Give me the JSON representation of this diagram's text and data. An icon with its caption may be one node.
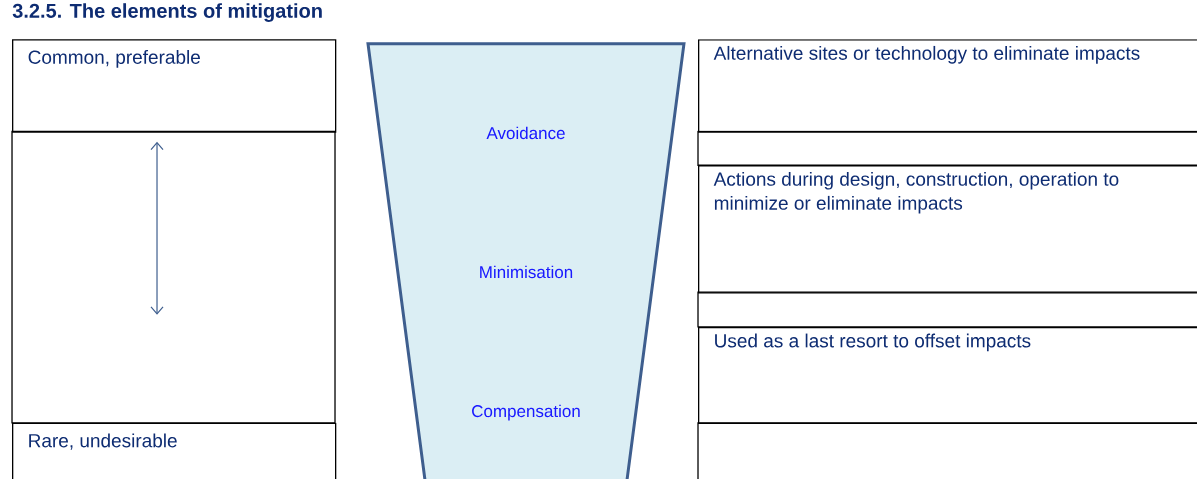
{
  "diagram": {
    "title": "3.2.5. The elements of mitigation",
    "nodes": [
      {
        "text": [
          "Common, preferable"
        ]
      },
      {
        "text": [
          "Rare, undesirable"
        ]
      },
      {
        "text": [
          "Avoidance",
          "Minimisation",
          "Compensation"
        ]
      },
      {
        "text": [
          "Alternative sites or technology to eliminate impacts"
        ]
      },
      {
        "text": [
          "Actions during design, construction, operation to minimize or eliminate impacts"
        ]
      },
      {
        "text": [
          "Used as a last resort to offset impacts"
        ]
      }
    ],
    "edges": []
  }
}
